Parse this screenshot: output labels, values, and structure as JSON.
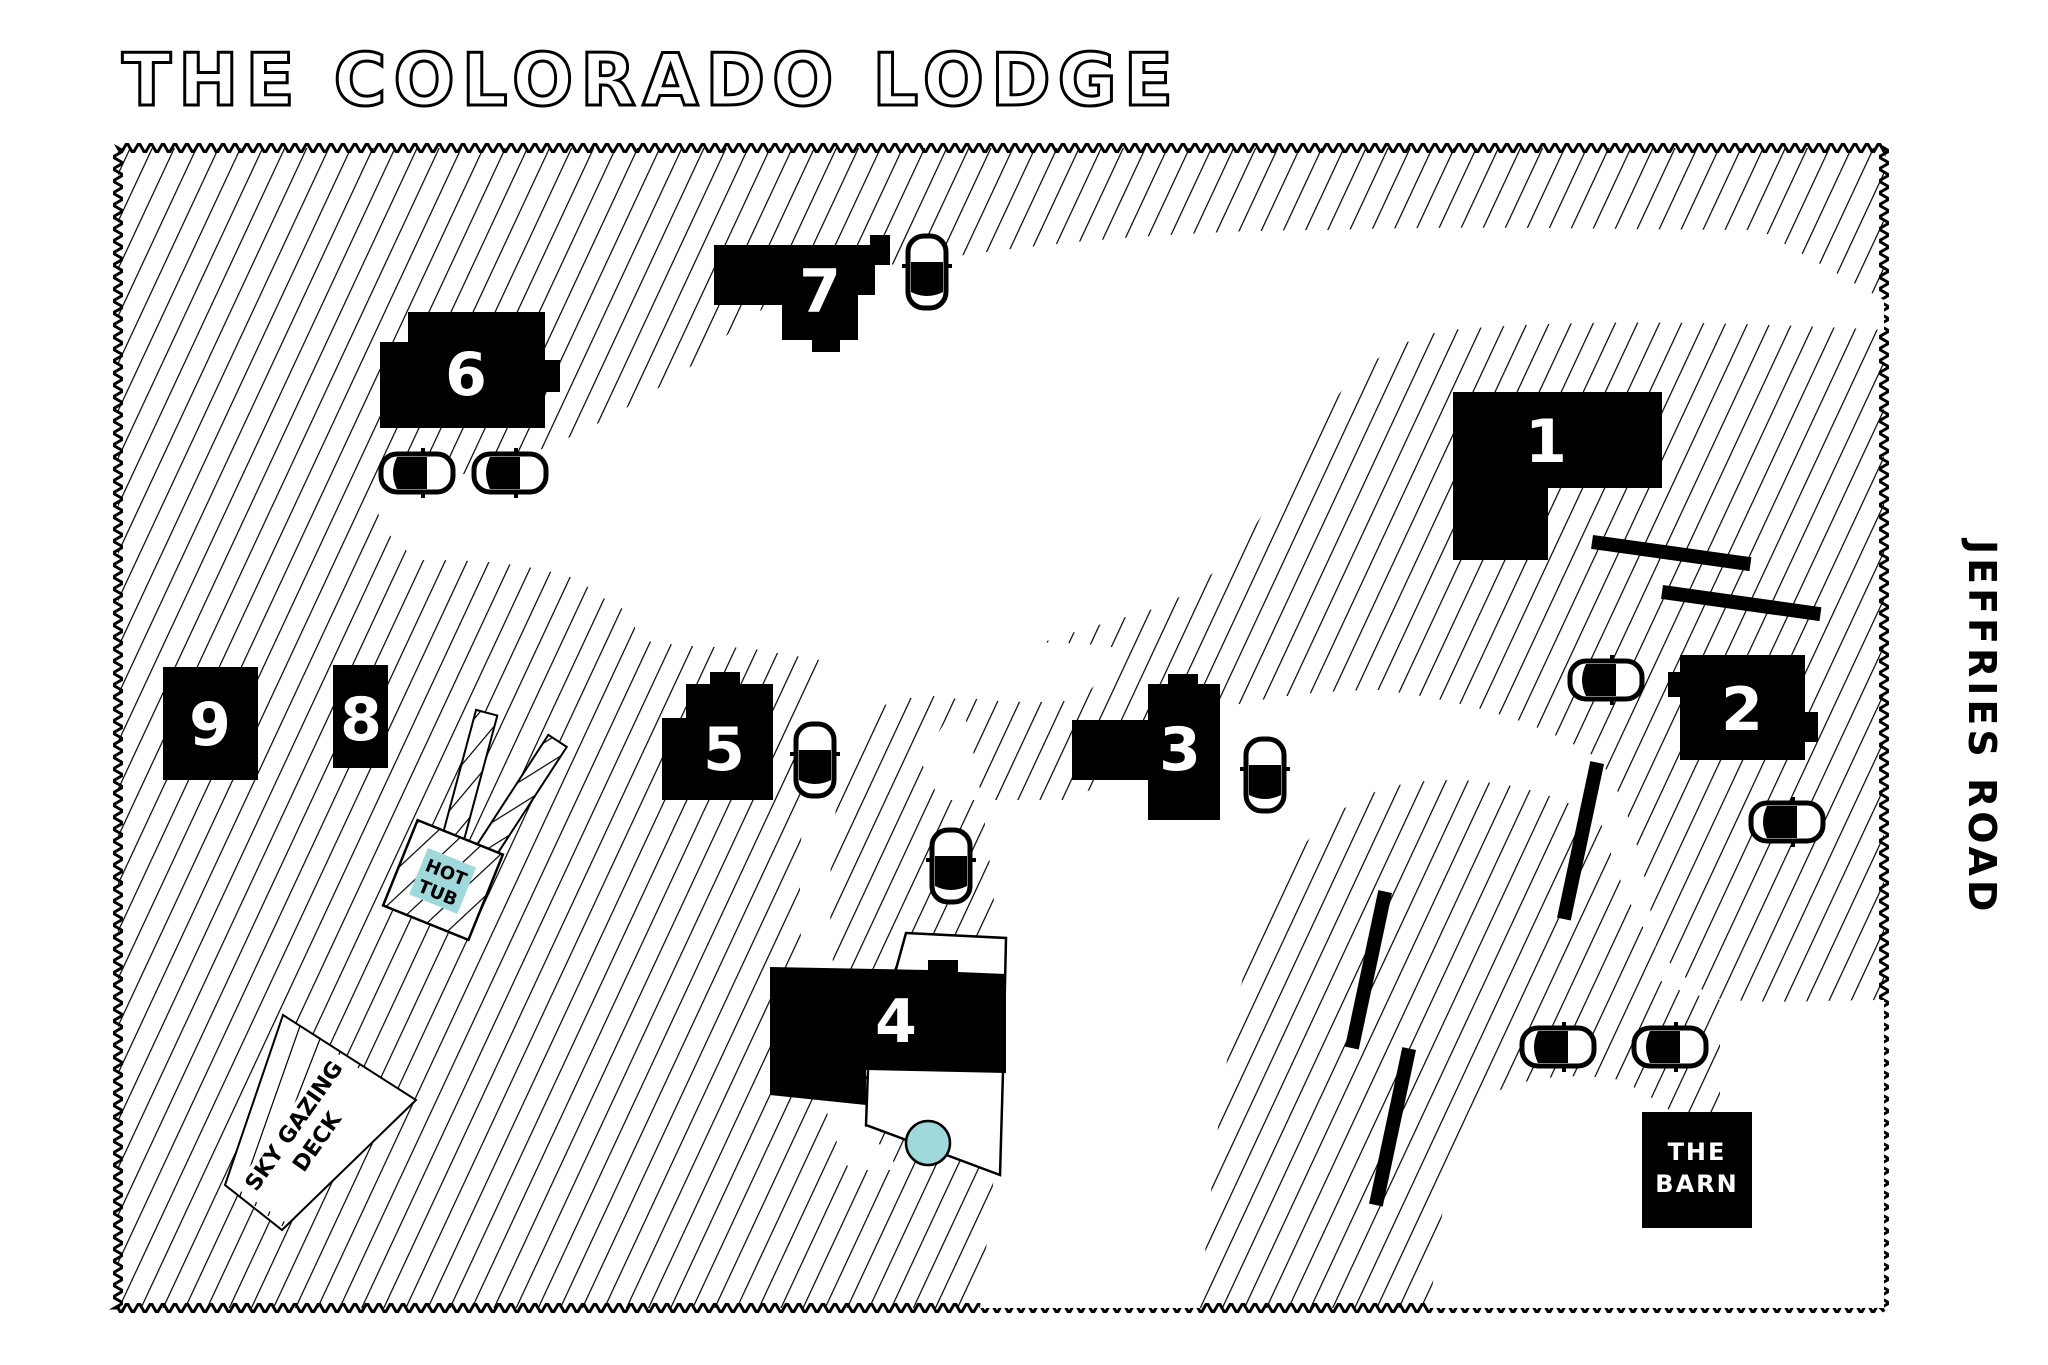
{
  "map": {
    "title": "THE COLORADO LODGE",
    "road_label": "JEFFRIES ROAD",
    "colors": {
      "ink": "#000000",
      "paper": "#ffffff",
      "water": "#9fd9dc"
    },
    "buildings": [
      {
        "id": "1",
        "label": "1"
      },
      {
        "id": "2",
        "label": "2"
      },
      {
        "id": "3",
        "label": "3"
      },
      {
        "id": "4",
        "label": "4"
      },
      {
        "id": "5",
        "label": "5"
      },
      {
        "id": "6",
        "label": "6"
      },
      {
        "id": "7",
        "label": "7"
      },
      {
        "id": "8",
        "label": "8"
      },
      {
        "id": "9",
        "label": "9"
      }
    ],
    "barn": {
      "line1": "THE",
      "line2": "BARN"
    },
    "hot_tub": {
      "line1": "HOT",
      "line2": "TUB"
    },
    "deck": {
      "line1": "SKY GAZING",
      "line2": "DECK"
    },
    "icons": [
      "car-icon",
      "pool-icon",
      "fence-icon",
      "hatched-terrain"
    ]
  }
}
